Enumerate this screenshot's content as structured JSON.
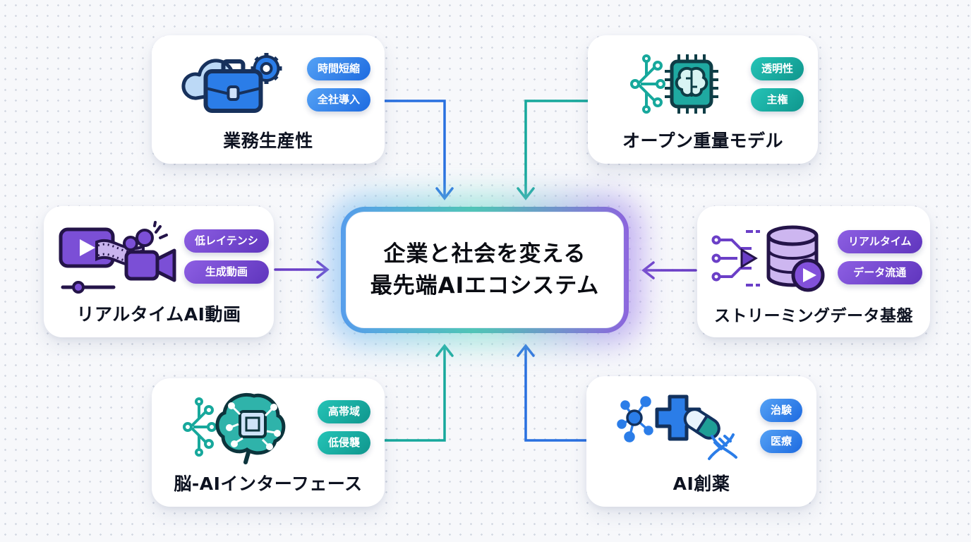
{
  "diagram": {
    "center": {
      "title_line1": "企業と社会を変える",
      "title_line2": "最先端AIエコシステム",
      "border_gradient": [
        "#2e7ee5",
        "#2aae9e",
        "#7440cf"
      ]
    },
    "cards": [
      {
        "id": "business-productivity",
        "title": "業務生産性",
        "badges": [
          "時間短縮",
          "全社導入"
        ],
        "theme": "blue",
        "accent_color": "#2b7de8",
        "icon": "cloud-briefcase-gear"
      },
      {
        "id": "open-weight-models",
        "title": "オープン重量モデル",
        "badges": [
          "透明性",
          "主権"
        ],
        "theme": "teal",
        "accent_color": "#17a89c",
        "icon": "circuit-chip-brain"
      },
      {
        "id": "realtime-ai-video",
        "title": "リアルタイムAI動画",
        "badges": [
          "低レイテンシ",
          "生成動画"
        ],
        "theme": "purple",
        "accent_color": "#6b3fc7",
        "icon": "video-camera-film"
      },
      {
        "id": "streaming-data-platform",
        "title": "ストリーミングデータ基盤",
        "badges": [
          "リアルタイム",
          "データ流通"
        ],
        "theme": "purple",
        "accent_color": "#6b3fc7",
        "icon": "database-stream-play"
      },
      {
        "id": "brain-ai-interface",
        "title": "脳-AIインターフェース",
        "badges": [
          "高帯域",
          "低侵襲"
        ],
        "theme": "teal",
        "accent_color": "#17a89c",
        "icon": "brain-chip-circuit"
      },
      {
        "id": "ai-drug-discovery",
        "title": "AI創薬",
        "badges": [
          "治験",
          "医療"
        ],
        "theme": "blue",
        "accent_color": "#2b7de8",
        "icon": "medical-cross-pill-dna"
      }
    ],
    "connectors": [
      {
        "from": "business-productivity",
        "to": "center",
        "color": "#2970e0"
      },
      {
        "from": "open-weight-models",
        "to": "center",
        "color": "#17a89c"
      },
      {
        "from": "realtime-ai-video",
        "to": "center",
        "color": "#6b3fc7"
      },
      {
        "from": "streaming-data-platform",
        "to": "center",
        "color": "#6b3fc7"
      },
      {
        "from": "brain-ai-interface",
        "to": "center",
        "color": "#17a89c"
      },
      {
        "from": "ai-drug-discovery",
        "to": "center",
        "color": "#2970e0"
      }
    ],
    "background": {
      "base_color": "#f7f8fb",
      "dot_color": "#d3d8e2"
    }
  }
}
